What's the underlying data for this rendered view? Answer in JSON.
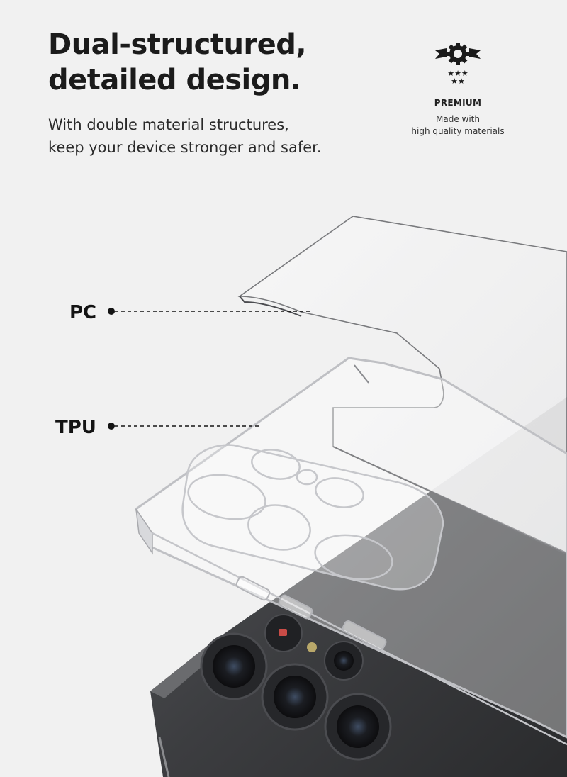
{
  "headline": {
    "line1": "Dual-structured,",
    "line2": "detailed design."
  },
  "subheadline": {
    "line1": "With double material structures,",
    "line2": "keep your device stronger and safer."
  },
  "badge": {
    "icon": "premium-badge-icon",
    "title": "PREMIUM",
    "description_line1": "Made with",
    "description_line2": "high quality materials"
  },
  "callouts": {
    "pc": "PC",
    "tpu": "TPU"
  },
  "colors": {
    "background": "#f1f1f1",
    "text": "#141414",
    "phone_body": "#3a3a3c",
    "camera_lens": "#1c1c1e"
  }
}
